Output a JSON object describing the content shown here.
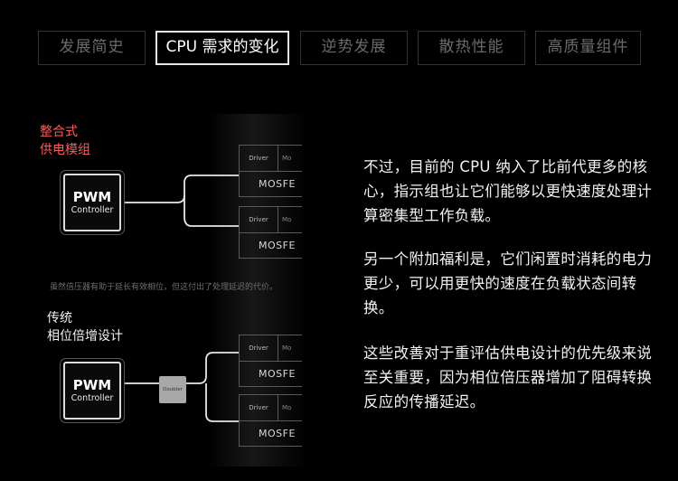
{
  "tabs": [
    {
      "label": "发展简史",
      "active": false
    },
    {
      "label": "CPU 需求的变化",
      "active": true
    },
    {
      "label": "逆势发展",
      "active": false
    },
    {
      "label": "散热性能",
      "active": false
    },
    {
      "label": "高质量组件",
      "active": false
    }
  ],
  "diagram": {
    "integrated_label": [
      "整合式",
      "供电模组"
    ],
    "traditional_label": [
      "传统",
      "相位倍增设计"
    ],
    "chip_title": "PWM",
    "chip_subtitle": "Controller",
    "driver_label": "Driver",
    "mosfet_partial": "Mo",
    "mosfet_label": "MOSFE",
    "doubler_label": "Doubler",
    "caption": "虽然倍压器有助于延长有效相位，但这付出了处理延迟的代价。"
  },
  "text": {
    "paragraphs": [
      "不过，目前的 CPU 纳入了比前代更多的核心，指示组也让它们能够以更快速度处理计算密集型工作负载。",
      "另一个附加福利是，它们闲置时消耗的电力更少，可以用更快的速度在负载状态间转换。",
      "这些改善对于重评估供电设计的优先级来说至关重要，因为相位倍压器增加了阻碍转换反应的传播延迟。"
    ]
  },
  "colors": {
    "background": "#000000",
    "accent_red": "#ff5b5b",
    "tab_border_inactive": "#333333",
    "tab_border_active": "#e6e6e6"
  }
}
